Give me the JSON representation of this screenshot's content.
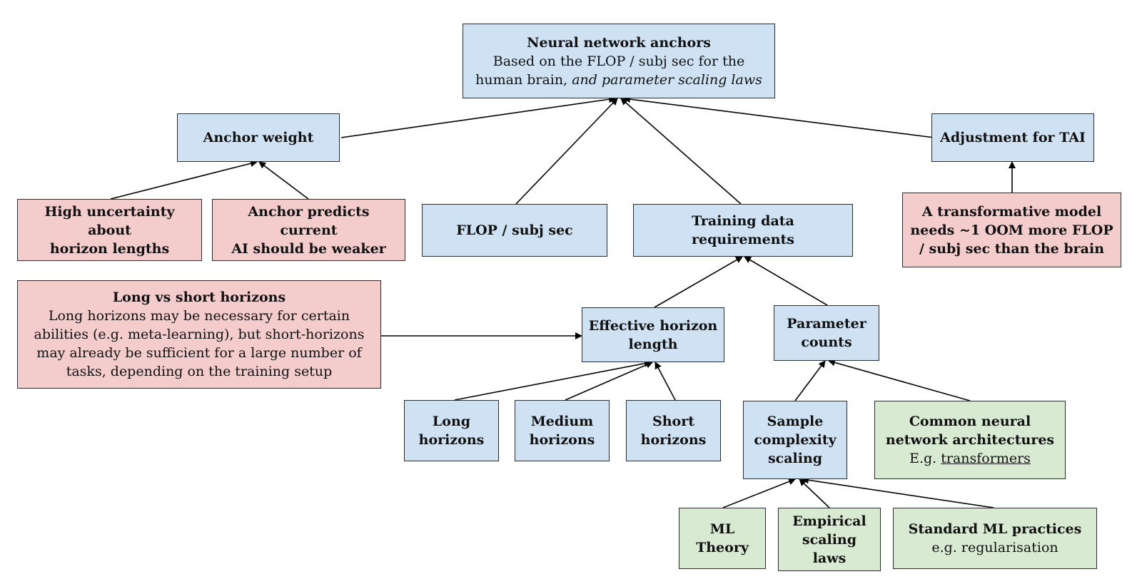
{
  "nodes": {
    "neural_network_anchors": {
      "title": "Neural network anchors",
      "desc_main": "Based on the FLOP / subj sec for the\nhuman brain, ",
      "desc_italic": "and parameter scaling laws"
    },
    "anchor_weight": {
      "title": "Anchor weight"
    },
    "adjustment_tai": {
      "title": "Adjustment for TAI"
    },
    "high_uncertainty": {
      "title": "High uncertainty about\nhorizon lengths"
    },
    "anchor_predicts": {
      "title": "Anchor predicts current\nAI should be weaker"
    },
    "flop_subj_sec": {
      "title": "FLOP / subj sec"
    },
    "training_data": {
      "title": "Training data requirements"
    },
    "transformative_model": {
      "title": "A transformative model\nneeds ~1 OOM more FLOP\n/ subj sec than the brain"
    },
    "long_vs_short": {
      "title": "Long vs short horizons",
      "desc": "Long horizons may be necessary for certain\nabilities (e.g. meta-learning), but short-horizons\nmay already  be sufficient for a large number of\ntasks, depending on the training setup"
    },
    "effective_horizon": {
      "title": "Effective horizon\nlength"
    },
    "parameter_counts": {
      "title": "Parameter\ncounts"
    },
    "long_horizons": {
      "title": "Long\nhorizons"
    },
    "medium_horizons": {
      "title": "Medium\nhorizons"
    },
    "short_horizons": {
      "title": "Short\nhorizons"
    },
    "sample_complexity": {
      "title": "Sample\ncomplexity\nscaling"
    },
    "common_architectures": {
      "title": "Common neural\nnetwork architectures",
      "desc_prefix": "E.g. ",
      "desc_link": "transformers"
    },
    "ml_theory": {
      "title": "ML\nTheory"
    },
    "empirical_scaling": {
      "title": "Empirical\nscaling\nlaws"
    },
    "standard_ml": {
      "title": "Standard ML practices",
      "desc": "e.g. regularisation"
    }
  },
  "colors": {
    "blue_node": "#cfe2f3",
    "red_node": "#f4cccc",
    "green_node": "#d9ead3",
    "border": "#2b2b2b",
    "edge": "#000000"
  }
}
